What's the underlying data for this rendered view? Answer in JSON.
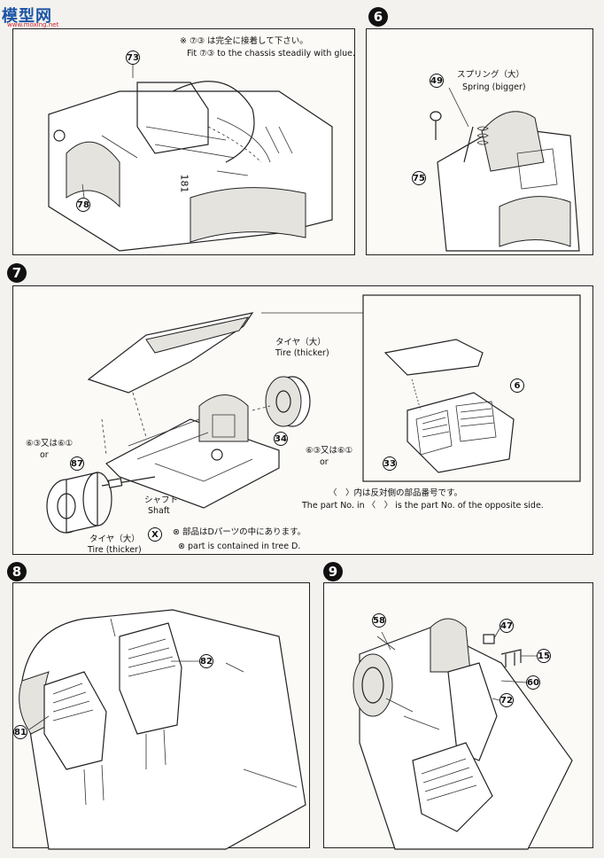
{
  "watermark": {
    "logo": "模型网",
    "site": "www.moxing.net"
  },
  "step5": {
    "note_jp": "※ ⑦③ は完全に接着して下さい。",
    "note_en": "Fit ⑦③ to the chassis steadily with glue.",
    "parts": [
      "73",
      "78"
    ],
    "marking": "181"
  },
  "step6": {
    "number": "6",
    "label_jp": "スプリング（大）",
    "label_en": "Spring (bigger)",
    "parts": [
      "49",
      "75"
    ]
  },
  "step7": {
    "number": "7",
    "tire_jp_top": "タイヤ（大）",
    "tire_en_top": "Tire (thicker)",
    "tire_jp_bottom": "タイヤ（大）",
    "tire_en_bottom": "Tire (thicker)",
    "or_left": "⑥③又は⑥①",
    "or_word_left": "or",
    "or_right": "⑥③又は⑥①",
    "or_word_right": "or",
    "shaft_jp": "シャフト",
    "shaft_en": "Shaft",
    "x_note_jp": "⊗ 部品はDパーツの中にあります。",
    "x_note_en": "⊗ part is contained in tree D.",
    "opposite_jp": "〈　〉内は反対側の部品番号です。",
    "opposite_en": "The part No. in 〈　〉 is the part No. of the opposite side.",
    "parts": [
      "34",
      "87",
      "6",
      "33"
    ],
    "x_mark": "X"
  },
  "step8": {
    "number": "8",
    "parts": [
      "82",
      "81"
    ]
  },
  "step9": {
    "number": "9",
    "parts": [
      "58",
      "47",
      "15",
      "60",
      "72"
    ]
  }
}
